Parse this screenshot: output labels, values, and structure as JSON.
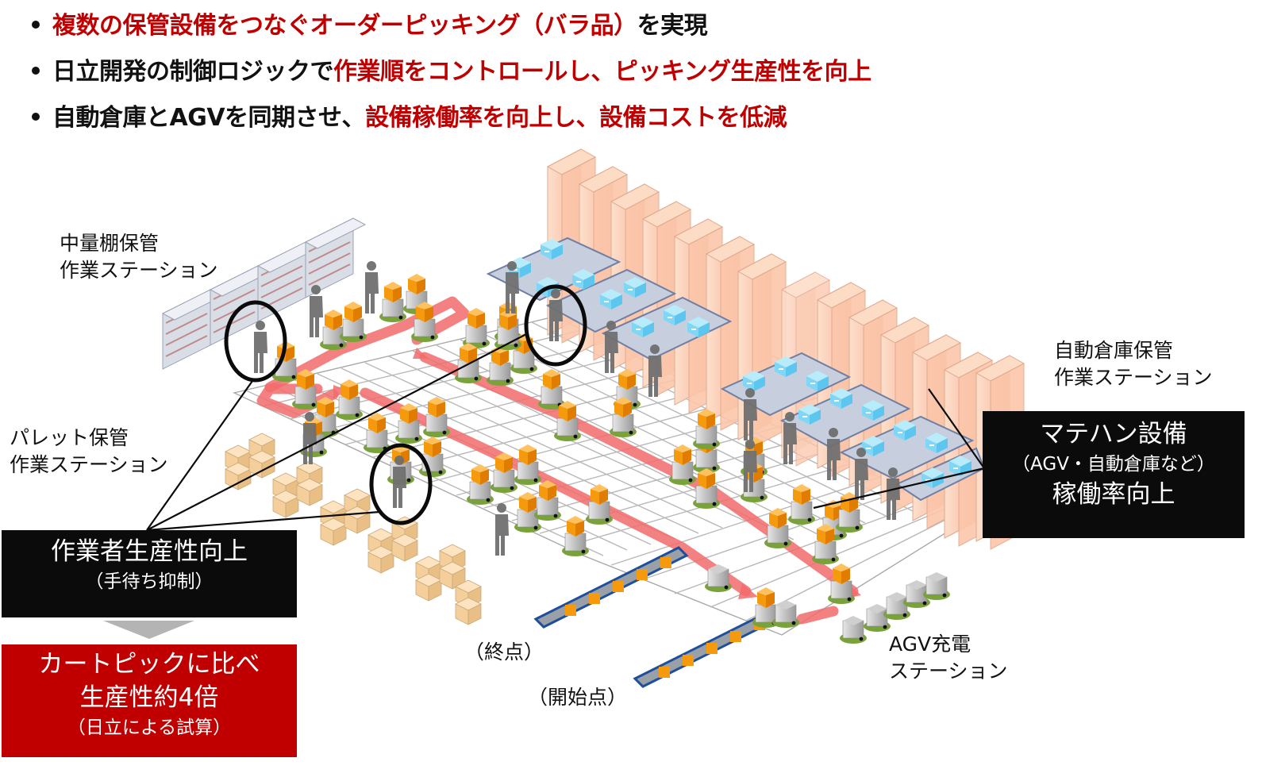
{
  "bullets": [
    {
      "segments": [
        {
          "text": "複数の保管設備をつなぐオーダーピッキング（バラ品）",
          "color": "red"
        },
        {
          "text": "を実現",
          "color": "black"
        }
      ]
    },
    {
      "segments": [
        {
          "text": "日立開発の制御ロジックで",
          "color": "black"
        },
        {
          "text": "作業順をコントロールし、ピッキング生産性を向上",
          "color": "red"
        }
      ]
    },
    {
      "segments": [
        {
          "text": "自動倉庫とAGVを同期させ、",
          "color": "black"
        },
        {
          "text": "設備稼働率を向上し、設備コストを低減",
          "color": "red"
        }
      ]
    }
  ],
  "labels": {
    "medium_shelf": {
      "line1": "中量棚保管",
      "line2": "作業ステーション"
    },
    "pallet": {
      "line1": "パレット保管",
      "line2": "作業ステーション"
    },
    "asrs": {
      "line1": "自動倉庫保管",
      "line2": "作業ステーション"
    },
    "end_point": "（終点）",
    "start_point": "（開始点）",
    "agv_charging": {
      "line1": "AGV充電",
      "line2": "ステーション"
    }
  },
  "callouts": {
    "worker": {
      "title": "作業者生産性向上",
      "sub": "（手待ち抑制）"
    },
    "result": {
      "line1": "カートピックに比べ",
      "line2": "生産性約4倍",
      "note": "（日立による試算）"
    },
    "equipment": {
      "title": "マテハン設備",
      "sub": "（AGV・自動倉庫など）",
      "line3": "稼働率向上"
    }
  },
  "colors": {
    "accent_red": "#c00000",
    "callout_black": "#0b0b0b",
    "route_pink": "#f26b6b",
    "asrs_salmon": "#fbc3a6",
    "agv_orange": "#f59a0c",
    "tote_blue": "#7fd6f5",
    "grid_gray": "#b8b8b8"
  }
}
